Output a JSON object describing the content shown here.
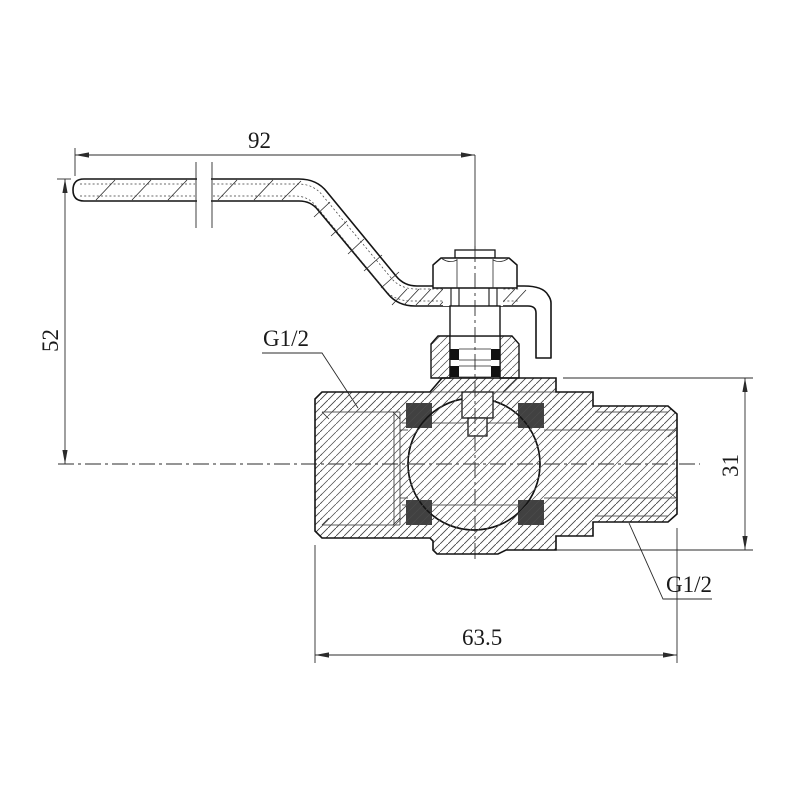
{
  "drawing": {
    "type": "engineering-section-drawing",
    "subject": "brass ball valve with lever handle, cross-section side view",
    "dimensions": {
      "handle_length": "92",
      "overall_height": "52",
      "body_od": "31",
      "body_length": "63.5"
    },
    "labels": {
      "inlet_thread": "G1/2",
      "outlet_thread": "G1/2"
    },
    "colors": {
      "line": "#141414",
      "dim_line": "#2b2b2b",
      "seat": "#414141",
      "seal": "#111111",
      "background": "#ffffff"
    }
  }
}
